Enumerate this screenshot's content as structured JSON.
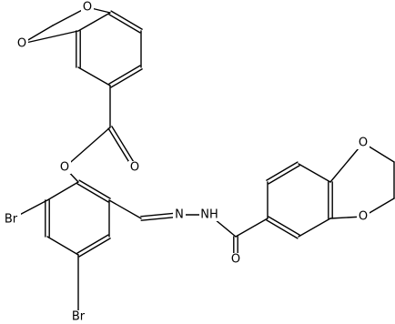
{
  "molecule": {
    "atoms": [
      {
        "id": "O1",
        "label": "O"
      },
      {
        "id": "O2",
        "label": "O"
      },
      {
        "id": "O3",
        "label": "O"
      },
      {
        "id": "O4",
        "label": "O"
      },
      {
        "id": "O5",
        "label": "O"
      },
      {
        "id": "O6",
        "label": "O"
      },
      {
        "id": "O7",
        "label": "O"
      },
      {
        "id": "Br1",
        "label": "Br"
      },
      {
        "id": "Br2",
        "label": "Br"
      },
      {
        "id": "N1",
        "label": "N"
      },
      {
        "id": "NH1",
        "label": "NH"
      }
    ]
  }
}
